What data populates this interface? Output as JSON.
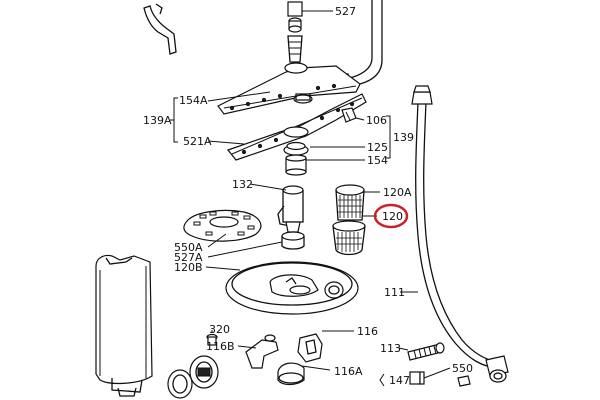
{
  "colors": {
    "ink": "#111111",
    "highlight": "#cc1f2a",
    "paper": "#ffffff"
  },
  "labels": {
    "l527": "527",
    "l154A": "154A",
    "l139A": "139A",
    "l521A": "521A",
    "l106": "106",
    "l139": "139",
    "l125": "125",
    "l154": "154",
    "l132": "132",
    "l120A": "120A",
    "l120": "120",
    "l550A": "550A",
    "l527A": "527A",
    "l120B": "120B",
    "l111": "111",
    "l320": "320",
    "l116B": "116B",
    "l116": "116",
    "l113": "113",
    "l116A": "116A",
    "l147": "147",
    "l550": "550"
  },
  "highlighted_part": "120"
}
